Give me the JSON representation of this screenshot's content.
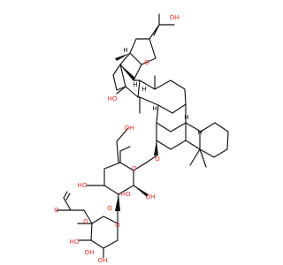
{
  "molecule": {
    "labels": {
      "oh_top": "OH",
      "o_ring_top": "O",
      "ho_c16": "HO",
      "o_glyco": "O",
      "oh_ch2": "OH",
      "o_glc_ring": "O",
      "ho_glc_left": "HO",
      "o_glc_bridge": "O",
      "ho_glc_3": "HO",
      "oh_glc_2": "OH",
      "o_acetyl": "O",
      "o_ester": "O",
      "o_xyl_ring": "O",
      "ho_xyl_1": "HO",
      "oh_xyl_2": "OH",
      "oh_xyl_3": "OH",
      "h_1": "H",
      "h_2": "H",
      "h_3": "H",
      "h_4": "H",
      "h_5": "H",
      "h_6": "H"
    },
    "colors": {
      "bond": "#111111",
      "heteroatom": "#ef2d2d"
    }
  }
}
